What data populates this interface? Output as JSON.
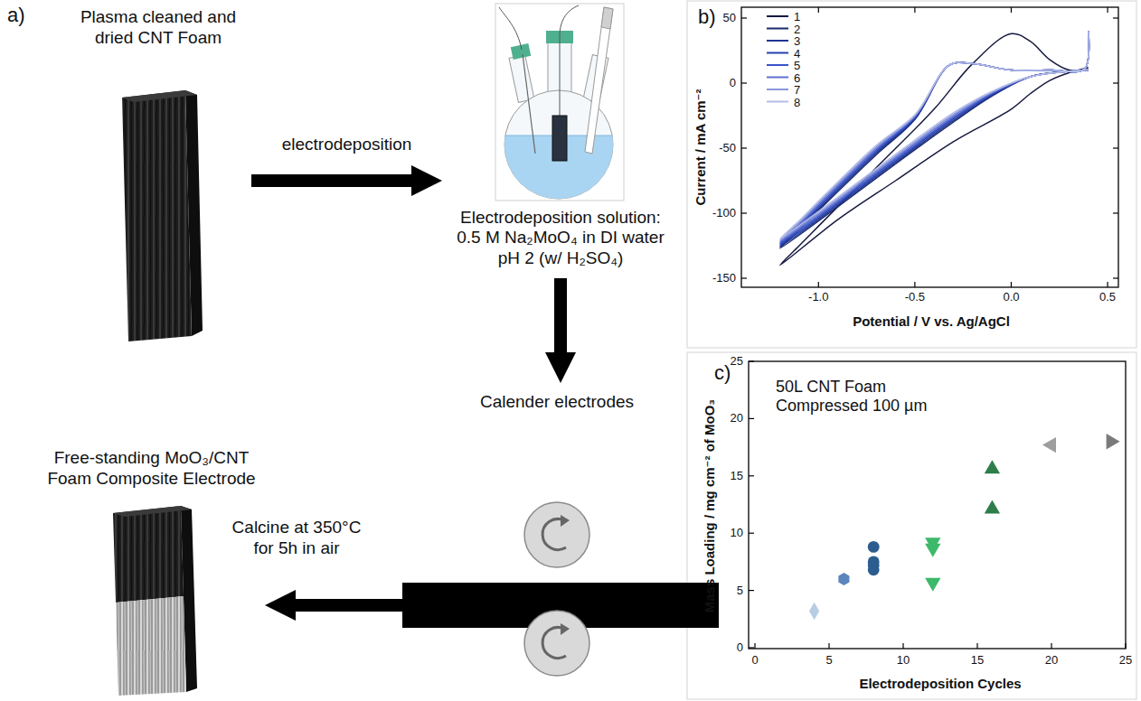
{
  "diagram": {
    "nodes": [
      {
        "text": [
          "Plasma cleaned and dried CNT Foam"
        ]
      },
      {
        "text": [
          "Electrodeposition solution: 0.5 M Na₂MoO₄ in DI water pH 2 (w/ H₂SO₄)"
        ]
      },
      {
        "text": [
          "Calender electrodes"
        ]
      },
      {
        "text": [
          "Free-standing MoO₃/CNT Foam Composite Electrode"
        ]
      }
    ],
    "edges": [
      {
        "from": 0,
        "to": 1,
        "arrow": "to",
        "label": "electrodeposition"
      },
      {
        "from": 1,
        "to": 2,
        "arrow": "to"
      },
      {
        "from": 2,
        "to": 3,
        "arrow": "to",
        "label": "Calcine at 350°C for 5h in air"
      }
    ],
    "labels": [
      "a)",
      "b)",
      "c)",
      "50",
      "0",
      "-50",
      "-100",
      "-150",
      "-1.0",
      "-0.5",
      "0.0",
      "0.5",
      "Current / mA cm⁻²",
      "Potential / V vs. Ag/AgCl",
      "0",
      "5",
      "10",
      "15",
      "20",
      "25",
      "0",
      "5",
      "10",
      "15",
      "20",
      "25",
      "Mass Loading / mg cm⁻² of MoO₃",
      "Electrodeposition Cycles",
      "50L CNT Foam Compressed 100 µm"
    ],
    "legend": [
      {
        "text": "1"
      },
      {
        "text": "2"
      },
      {
        "text": "3"
      },
      {
        "text": "4"
      },
      {
        "text": "5"
      },
      {
        "text": "6"
      },
      {
        "text": "7"
      },
      {
        "text": "8"
      }
    ]
  }
}
